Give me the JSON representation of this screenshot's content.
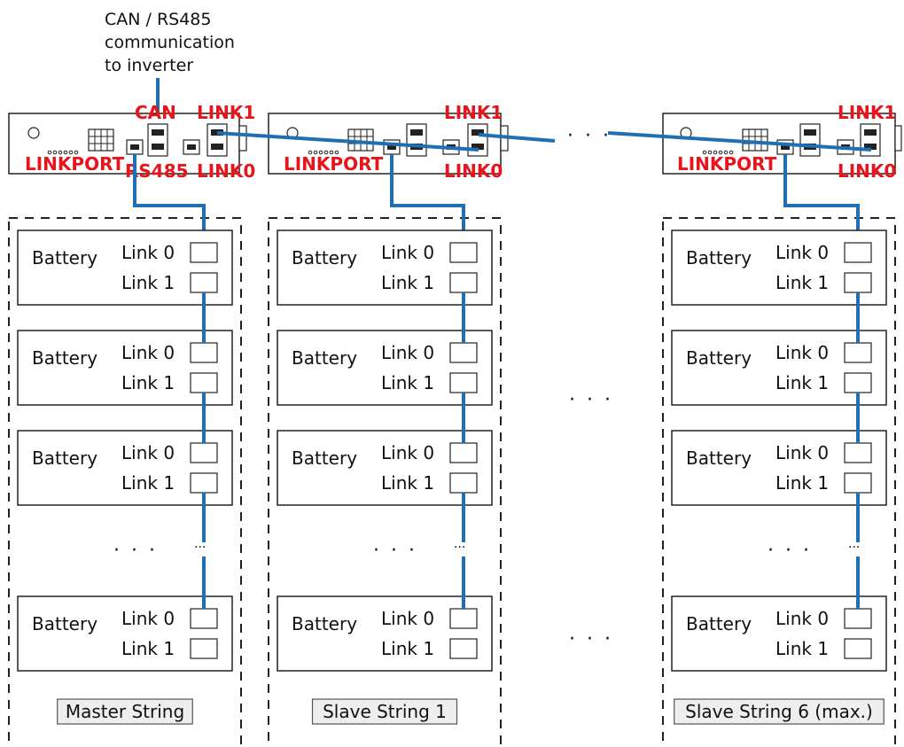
{
  "inverter_note": [
    "CAN / RS485",
    "communication",
    "to inverter"
  ],
  "master": {
    "can_label": "CAN",
    "rs485_label": "RS485",
    "link1_label": "LINK1",
    "link0_label": "LINK0",
    "linkport_label": "LINKPORT",
    "string_label": "Master String"
  },
  "slave1": {
    "link1_label": "LINK1",
    "link0_label": "LINK0",
    "linkport_label": "LINKPORT",
    "string_label": "Slave String 1"
  },
  "slave6": {
    "link1_label": "LINK1",
    "link0_label": "LINK0",
    "linkport_label": "LINKPORT",
    "string_label": "Slave String 6 (max.)"
  },
  "battery": {
    "name": "Battery",
    "link0": "Link 0",
    "link1": "Link 1"
  },
  "ellipsis": "· · ·",
  "vertical_ellipsis": "···",
  "colors": {
    "cable": "#1f6fb5",
    "port_label": "#e8141b",
    "outline": "#222222",
    "label_box_fill": "#eeeeee"
  }
}
